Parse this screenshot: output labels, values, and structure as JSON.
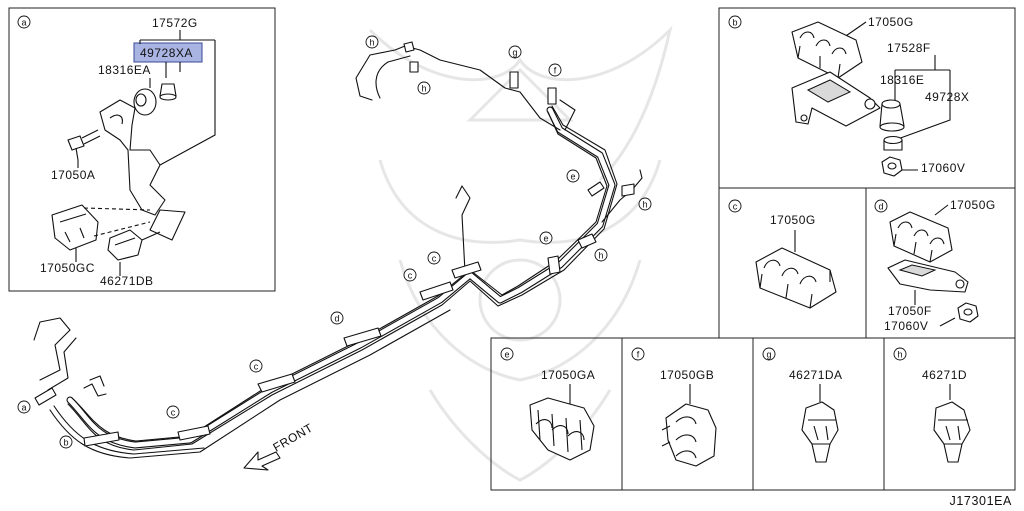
{
  "diagram_code": "J17301EA",
  "front_label": "FRONT",
  "highlight_color": "#a9b4e3",
  "panels": {
    "a": {
      "letter": "a",
      "labels": {
        "pipe_clip": "17572G",
        "grommet_highlight": "49728XA",
        "grommet": "18316EA",
        "bolt": "17050A",
        "clip_gc": "17050GC",
        "clip_db": "46271DB"
      }
    },
    "b": {
      "letter": "b",
      "labels": {
        "clip": "17050G",
        "bracket": "17528F",
        "grommet": "18316E",
        "collar": "49728X",
        "nut": "17060V"
      }
    },
    "c": {
      "letter": "c",
      "labels": {
        "clip": "17050G"
      }
    },
    "d": {
      "letter": "d",
      "labels": {
        "clip": "17050G",
        "bracket": "17050F",
        "nut": "17060V"
      }
    },
    "e": {
      "letter": "e",
      "labels": {
        "clip": "17050GA"
      }
    },
    "f": {
      "letter": "f",
      "labels": {
        "clip": "17050GB"
      }
    },
    "g": {
      "letter": "g",
      "labels": {
        "clip": "46271DA"
      }
    },
    "h": {
      "letter": "h",
      "labels": {
        "clip": "46271D"
      }
    }
  },
  "callouts": {
    "main_a": "a",
    "main_b": "b",
    "main_c1": "c",
    "main_c2": "c",
    "main_c3": "c",
    "main_c4": "c",
    "main_d": "d",
    "main_e1": "e",
    "main_e2": "e",
    "main_f": "f",
    "main_g": "g",
    "main_h1": "h",
    "main_h2": "h",
    "main_h3": "h",
    "main_h4": "h"
  }
}
